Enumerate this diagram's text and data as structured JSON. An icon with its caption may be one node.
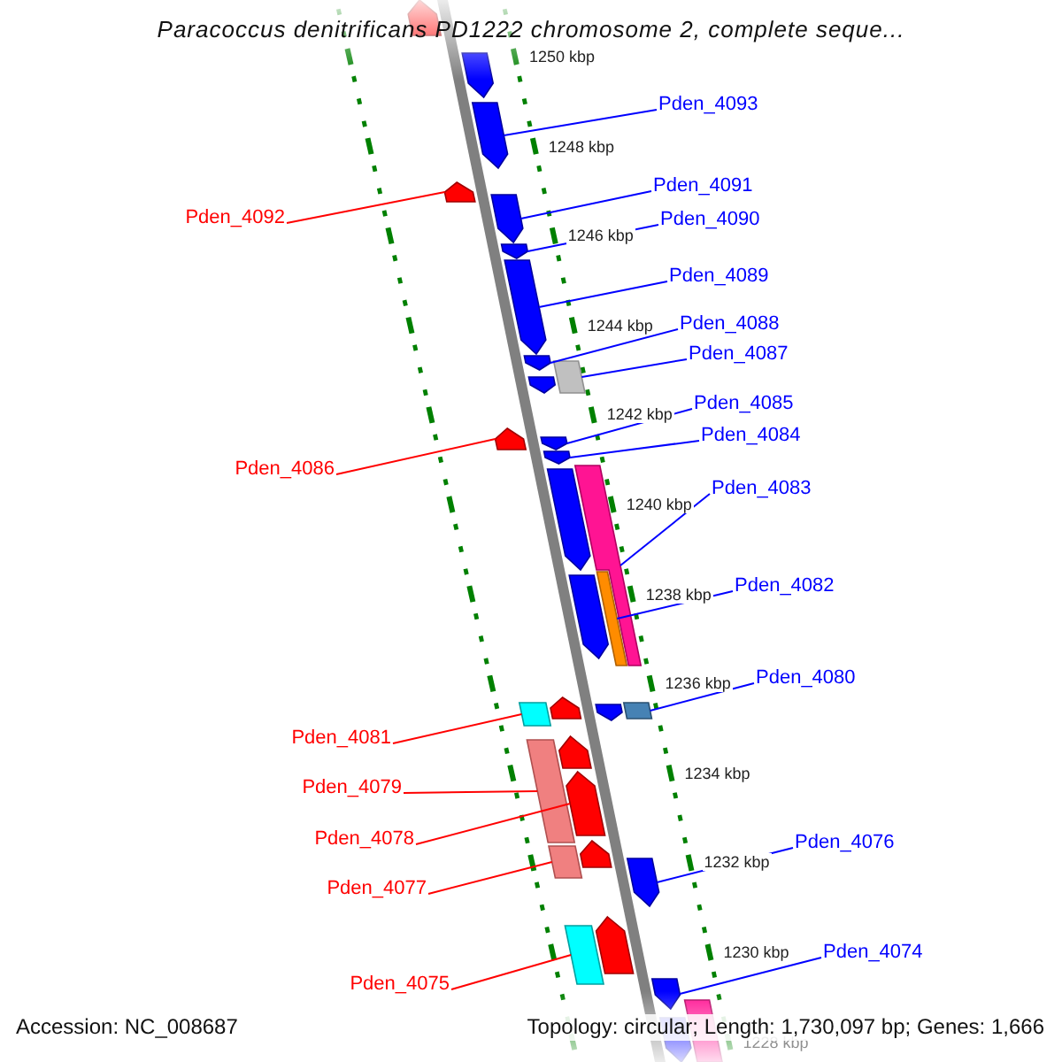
{
  "diagram": {
    "title": "Paracoccus denitrificans PD1222 chromosome 2, complete seque...",
    "nodes": [
      {
        "text": [
          "Pden_4093"
        ]
      },
      {
        "text": [
          "Pden_4091"
        ]
      },
      {
        "text": [
          "Pden_4092"
        ]
      },
      {
        "text": [
          "Pden_4090"
        ]
      },
      {
        "text": [
          "Pden_4089"
        ]
      },
      {
        "text": [
          "Pden_4088"
        ]
      },
      {
        "text": [
          "Pden_4087"
        ]
      },
      {
        "text": [
          "Pden_4085"
        ]
      },
      {
        "text": [
          "Pden_4084"
        ]
      },
      {
        "text": [
          "Pden_4086"
        ]
      },
      {
        "text": [
          "Pden_4083"
        ]
      },
      {
        "text": [
          "Pden_4082"
        ]
      },
      {
        "text": [
          "Pden_4080"
        ]
      },
      {
        "text": [
          "Pden_4081"
        ]
      },
      {
        "text": [
          "Pden_4079"
        ]
      },
      {
        "text": [
          "Pden_4078"
        ]
      },
      {
        "text": [
          "Pden_4076"
        ]
      },
      {
        "text": [
          "Pden_4077"
        ]
      },
      {
        "text": [
          "Pden_4074"
        ]
      },
      {
        "text": [
          "Pden_4075"
        ]
      },
      {
        "text": [],
        "shape": "arrow"
      },
      {
        "text": [],
        "shape": "arrow"
      },
      {
        "text": [],
        "shape": "arrow"
      },
      {
        "text": [],
        "shape": "arrow"
      },
      {
        "text": [],
        "shape": "arrow"
      },
      {
        "text": [],
        "shape": "arrow"
      },
      {
        "text": [],
        "shape": "arrow"
      },
      {
        "text": [],
        "shape": "arrow"
      },
      {
        "text": [],
        "shape": "bar"
      },
      {
        "text": [],
        "shape": "arrow"
      },
      {
        "text": [],
        "shape": "arrow"
      },
      {
        "text": [],
        "shape": "arrow"
      },
      {
        "text": [],
        "shape": "arrow"
      },
      {
        "text": [],
        "shape": "bar"
      },
      {
        "text": [],
        "shape": "arrow"
      },
      {
        "text": [],
        "shape": "bar"
      },
      {
        "text": [],
        "shape": "arrow"
      },
      {
        "text": [],
        "shape": "arrow"
      },
      {
        "text": [],
        "shape": "bar"
      },
      {
        "text": [],
        "shape": "bar"
      },
      {
        "text": [],
        "shape": "arrow"
      },
      {
        "text": [],
        "shape": "arrow"
      },
      {
        "text": [],
        "shape": "bar"
      },
      {
        "text": [],
        "shape": "arrow"
      },
      {
        "text": [],
        "shape": "arrow"
      },
      {
        "text": [],
        "shape": "bar"
      },
      {
        "text": [],
        "shape": "arrow"
      },
      {
        "text": [],
        "shape": "arrow"
      },
      {
        "text": [],
        "shape": "bar"
      },
      {
        "text": [],
        "shape": "arrow"
      },
      {
        "text": [],
        "shape": "bar"
      },
      {
        "text": [],
        "shape": "arrow"
      }
    ],
    "edges": [
      {
        "from": 0,
        "to": 22,
        "arrow": "none"
      },
      {
        "from": 1,
        "to": 24,
        "arrow": "none"
      },
      {
        "from": 2,
        "to": 23,
        "arrow": "none",
        "color": "#ff0000"
      },
      {
        "from": 3,
        "to": 25,
        "arrow": "none"
      },
      {
        "from": 4,
        "to": 26,
        "arrow": "none"
      },
      {
        "from": 5,
        "to": 27,
        "arrow": "none"
      },
      {
        "from": 6,
        "to": 28,
        "arrow": "none"
      },
      {
        "from": 7,
        "to": 31,
        "arrow": "none"
      },
      {
        "from": 8,
        "to": 32,
        "arrow": "none"
      },
      {
        "from": 9,
        "to": 30,
        "arrow": "none",
        "color": "#ff0000"
      },
      {
        "from": 10,
        "to": 33,
        "arrow": "none"
      },
      {
        "from": 11,
        "to": 35,
        "arrow": "none"
      },
      {
        "from": 12,
        "to": 38,
        "arrow": "none"
      },
      {
        "from": 13,
        "to": 39,
        "arrow": "none",
        "color": "#ff0000"
      },
      {
        "from": 14,
        "to": 42,
        "arrow": "none",
        "color": "#ff0000"
      },
      {
        "from": 15,
        "to": 43,
        "arrow": "none",
        "color": "#ff0000"
      },
      {
        "from": 16,
        "to": 46,
        "arrow": "none"
      },
      {
        "from": 17,
        "to": 45,
        "arrow": "none",
        "color": "#ff0000"
      },
      {
        "from": 18,
        "to": 49,
        "arrow": "none"
      },
      {
        "from": 19,
        "to": 48,
        "arrow": "none",
        "color": "#ff0000"
      }
    ],
    "labels": [
      "1250 kbp",
      "1248 kbp",
      "1246 kbp",
      "1244 kbp",
      "1242 kbp",
      "1240 kbp",
      "1238 kbp",
      "1236 kbp",
      "1234 kbp",
      "1232 kbp",
      "1230 kbp",
      "1228 kbp",
      "Accession: NC_008687",
      "Topology: circular; Length: 1,730,097 bp; Genes: 1,666"
    ]
  }
}
